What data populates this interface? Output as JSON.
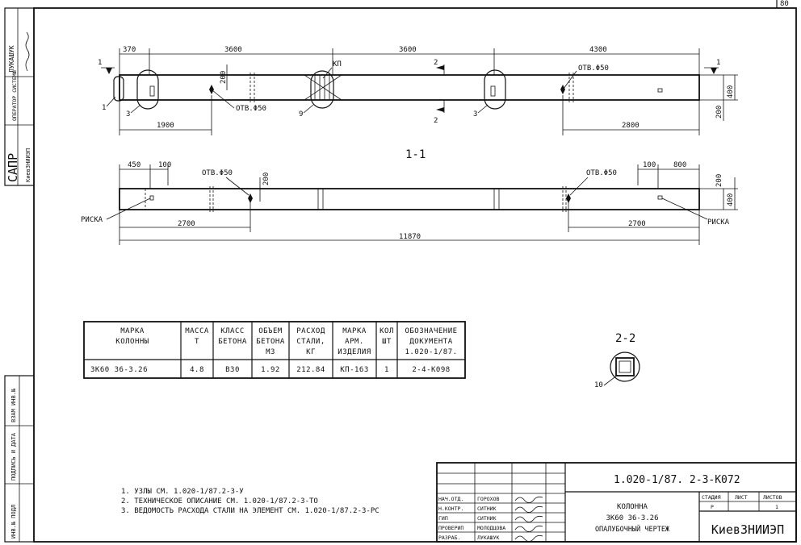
{
  "sheet_number": "80",
  "side_stamp": {
    "signature_label": "ЛУКАШУК",
    "operator_label": "ОПЕРАТОР СИСТЕМЫ",
    "sapr": "САПР",
    "institute_small": "КиевЗНИИЭП"
  },
  "left_strip": {
    "inv_podl": "ИНВ.№ ПОДЛ",
    "podpis": "ПОДПИСЬ И ДАТА",
    "vzam": "ВЗАМ ИНВ.№"
  },
  "plan": {
    "dims_top": [
      "370",
      "3600",
      "3600",
      "4300"
    ],
    "kp": "КП",
    "hole_left": "ОТВ.Φ50",
    "hole_right": "ОТВ.Φ50",
    "dim_200_top": "200",
    "dim_1900": "1900",
    "dim_2800": "2800",
    "dim_400": "400",
    "dim_200_right": "200",
    "mark_1": "1",
    "mark_3a": "3",
    "mark_3b": "3",
    "mark_9": "9",
    "section_1": "1",
    "section_2": "2"
  },
  "section_1_1": {
    "title": "1-1",
    "dim_450": "450",
    "dim_100a": "100",
    "dim_100b": "100",
    "dim_800": "800",
    "hole_left": "ОТВ.Φ50",
    "hole_right": "ОТВ.Φ50",
    "dim_200": "200",
    "dim_2700a": "2700",
    "dim_2700b": "2700",
    "dim_11870": "11870",
    "riska_left": "РИСКА",
    "riska_right": "РИСКА",
    "dim_200_r": "200",
    "dim_400_r": "400"
  },
  "section_2_2": {
    "title": "2-2",
    "mark_10": "10"
  },
  "table": {
    "headers": [
      [
        "МАРКА",
        "КОЛОННЫ"
      ],
      [
        "МАССА",
        "Т"
      ],
      [
        "КЛАСС",
        "БЕТОНА"
      ],
      [
        "ОБЪЕМ",
        "БЕТОНА",
        "М3"
      ],
      [
        "РАСХОД",
        "СТАЛИ,",
        "КГ"
      ],
      [
        "МАРКА",
        "АРМ.",
        "ИЗДЕЛИЯ"
      ],
      [
        "КОЛ",
        "ШТ"
      ],
      [
        "ОБОЗНАЧЕНИЕ",
        "ДОКУМЕНТА",
        "1.020-1/87."
      ]
    ],
    "row": [
      "3К60 36-3.26",
      "4.8",
      "В30",
      "1.92",
      "212.84",
      "КП-163",
      "1",
      "2-4-К098"
    ]
  },
  "notes": [
    "1. УЗЛЫ СМ. 1.020-1/87.2-3-У",
    "2. ТЕХНИЧЕСКОЕ ОПИСАНИЕ СМ. 1.020-1/87.2-3-ТО",
    "3. ВЕДОМОСТЬ РАСХОДА СТАЛИ НА ЭЛЕМЕНТ СМ. 1.020-1/87.2-3-РС"
  ],
  "title_block": {
    "doc_code": "1.020-1/87.  2-3-К072",
    "roles": [
      "НАЧ.ОТД.",
      "Н.КОНТР.",
      "ГИП",
      "ПРОВЕРИП",
      "РАЗРАБ."
    ],
    "names": [
      "ГОРОХОВ",
      "СИТНИК",
      "СИТНИК",
      "МОЛОДЦОВА",
      "ЛУКАШУК"
    ],
    "element_line1": "КОЛОННА",
    "element_line2": "3К60 36-3.26",
    "element_line3": "ОПАЛУБОЧНЫЙ ЧЕРТЕЖ",
    "stadia_label": "СТАДИЯ",
    "list_label": "ЛИСТ",
    "listov_label": "ЛИСТОВ",
    "stadia_value": "Р",
    "list_value": "",
    "listov_value": "1",
    "institute": "КиевЗНИИЭП"
  }
}
